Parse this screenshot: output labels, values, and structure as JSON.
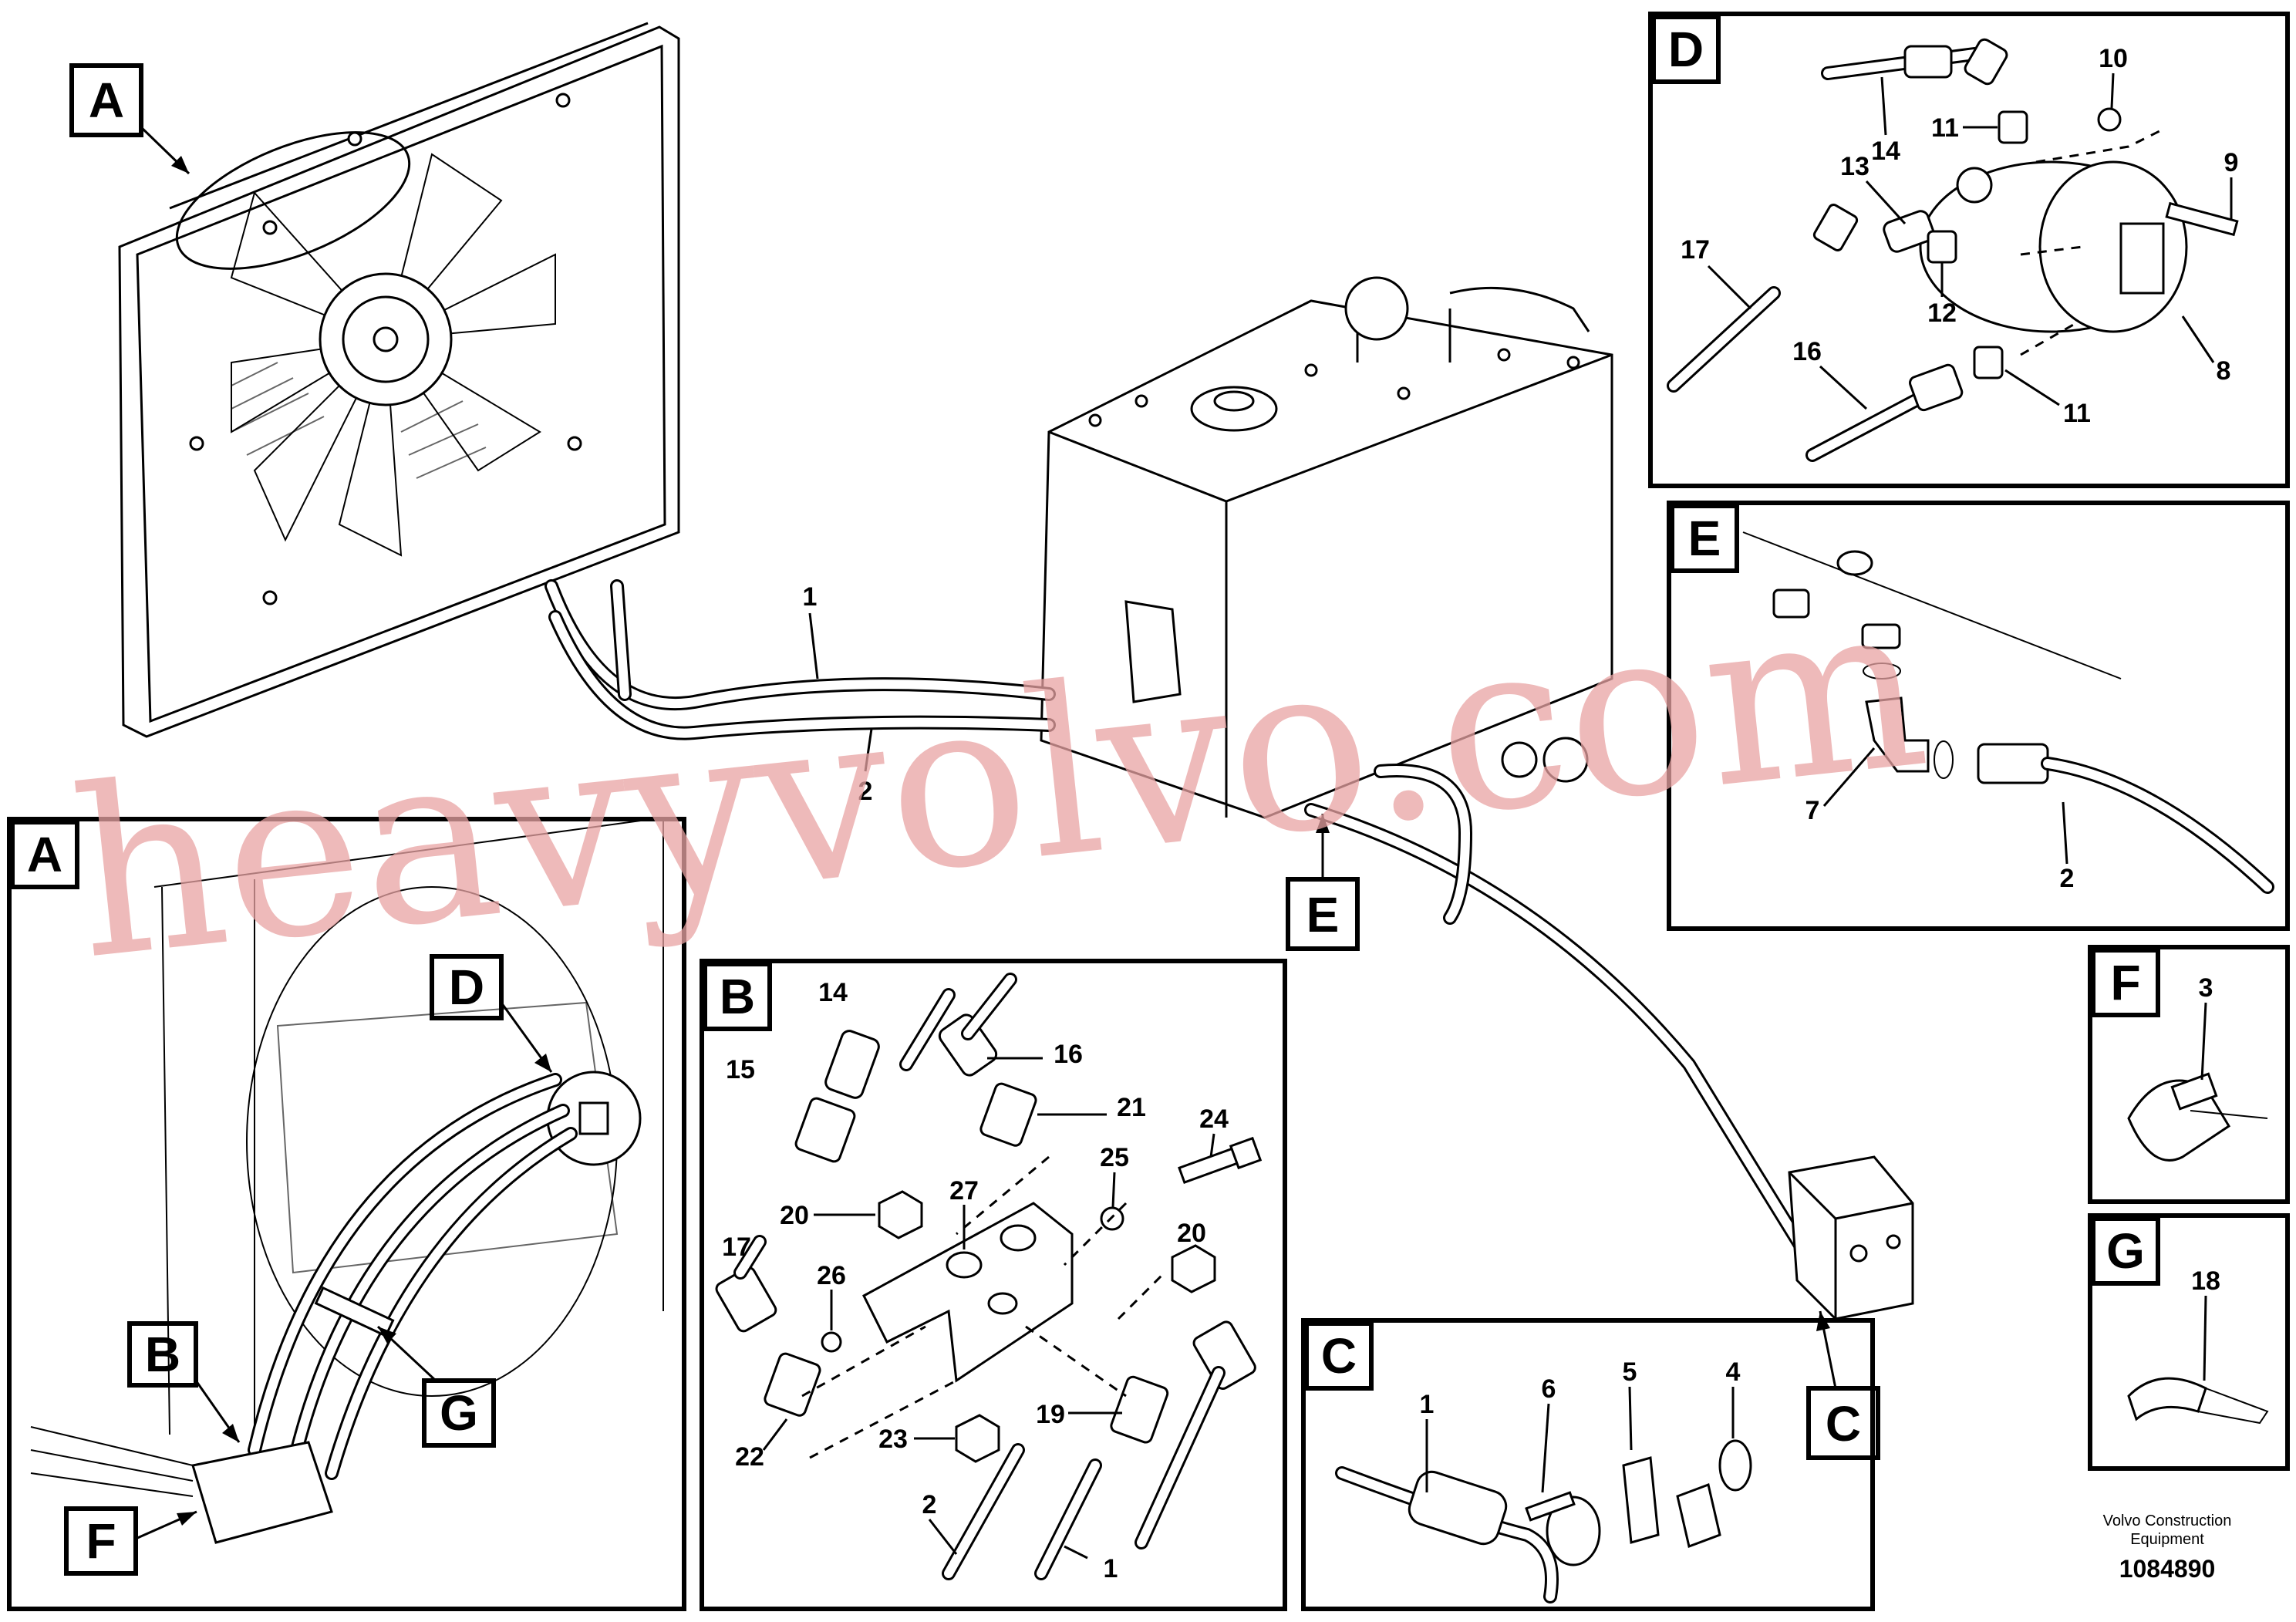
{
  "callouts": {
    "box_A_top": "A",
    "box_A_panel": "A",
    "box_B": "B",
    "box_C_main": "C",
    "box_C_panel": "C",
    "box_D_main": "D",
    "box_D_panel": "D",
    "box_E_main": "E",
    "box_E_panel": "E",
    "box_E_small": "B",
    "box_F_main": "F",
    "box_F_panel": "F",
    "box_G_main": "G",
    "box_G_panel": "G"
  },
  "parts": {
    "main_1": "1",
    "main_2": "2",
    "d_10": "10",
    "d_11a": "11",
    "d_11b": "11",
    "d_9": "9",
    "d_13": "13",
    "d_14": "14",
    "d_17": "17",
    "d_12": "12",
    "d_16": "16",
    "d_8": "8",
    "e_7": "7",
    "e_2": "2",
    "f_3": "3",
    "g_18": "18",
    "b_14": "14",
    "b_15": "15",
    "b_16": "16",
    "b_21": "21",
    "b_24": "24",
    "b_25": "25",
    "b_27": "27",
    "b_20a": "20",
    "b_20b": "20",
    "b_17": "17",
    "b_26": "26",
    "b_22": "22",
    "b_23": "23",
    "b_19": "19",
    "b_2": "2",
    "b_1": "1",
    "c_1": "1",
    "c_6": "6",
    "c_5": "5",
    "c_4": "4"
  },
  "footer": {
    "company_line1": "Volvo Construction",
    "company_line2": "Equipment",
    "drawing_number": "1084890"
  },
  "watermark": "heavyvolvo.com"
}
